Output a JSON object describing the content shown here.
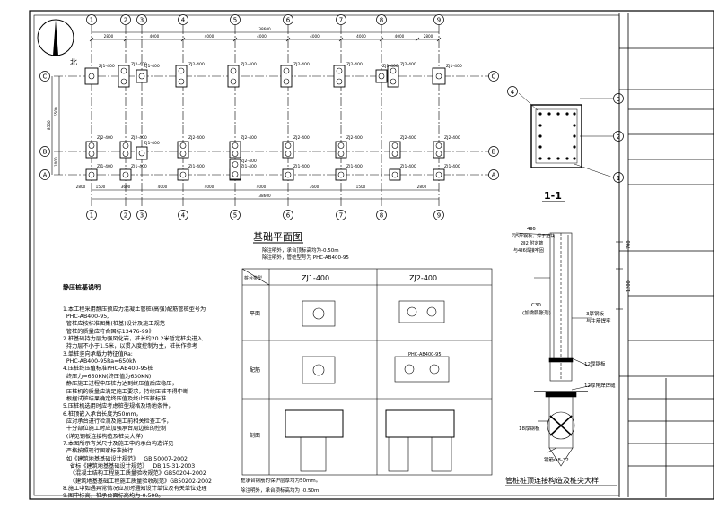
{
  "plan": {
    "title": "基础平面图",
    "note1": "除注明外，承台顶标高均为-0.50m",
    "note2": "除注明外，管桩型号为 PHC-AB400-95",
    "grid_cols": [
      "1",
      "2",
      "3",
      "4",
      "5",
      "6",
      "7",
      "8",
      "9"
    ],
    "grid_rows": [
      "C",
      "B",
      "A"
    ],
    "top_dims": [
      "2800",
      "4000",
      "4000",
      "4000",
      "4000",
      "4000",
      "4000",
      "2800"
    ],
    "total_dim": "38600",
    "bot_dims": [
      "2800",
      "1500",
      "3600",
      "4000",
      "4000",
      "4000",
      "3600",
      "1500",
      "2800"
    ],
    "left_dims": [
      "6500",
      "1000"
    ],
    "left_total": "8500",
    "cap_labels": [
      "ZJ2-400",
      "ZJ1-400"
    ],
    "north": "北"
  },
  "section": {
    "title": "1-1",
    "markers": [
      "4",
      "3",
      "2",
      "1"
    ]
  },
  "table": {
    "header_type": "桩台类型",
    "col1": "ZJ1-400",
    "col2": "ZJ2-400",
    "row_plan": "平面",
    "row_rebar": "配筋",
    "row_section": "剖面",
    "pile_label": "PHC-AB400-95",
    "foot1": "桩承台钢筋的保护层厚均为50mm。",
    "foot2": "除注明外，承台项标高均为 -0.50m"
  },
  "detail": {
    "title": "管桩桩顶连接构造及桩尖大样",
    "labels": [
      "4Ⅱ6",
      "同5厚钢板，焊于垫块",
      "2Ⅱ2 附定筋",
      "与4Ⅱ6焊接牢固",
      "C30",
      "(加微膨胀剂)",
      "3厚钢板",
      "与主筋焊牢",
      "12厚钢板",
      "12厚角焊焊缝",
      "18厚钢板",
      "钢筋Φ8-32"
    ],
    "dims": [
      "700",
      "1200"
    ]
  },
  "notes": {
    "title": "静压桩基说明",
    "lines": [
      "1.本工程采用静压预应力混凝土管桩(高强)配筋管桩型号为",
      "  PHC-AB400-95,",
      "  管桩应按标准图集(桩基)设计及施工规范",
      "  管桩的质量应符合国标13476-99》",
      "2.桩基础持力层为强风化岩，桩长约20.2米暂定桩尖进入",
      "  持力层不小于1.5米，以贯入度控制为主，桩长作参考",
      "3.单桩竖向承载力特征值Ra:",
      "  PHC-AB400-95Ra=650kN",
      "4.压桩终压值标准PHC-AB400-95桩",
      "  终压力=650KN(终压值为630KN)",
      "  静压施工过程中压桩力达到终压值后应稳压，",
      "  压桩机的质量应满足施工要求，持续压桩不得中断",
      "  根据试桩结果确定终压值及终止压桩标准",
      "5.压桩机选用时应考虑桩型规格及场地条件，",
      "6.桩顶嵌入承台长度为50mm，",
      "  应对承台进行检测及施工前相关检查工作，",
      "  十分部位施工时应加强承台周边桩的控制",
      "  (详见钢板连接构造及桩尖大样)",
      "7.本图所示有关尺寸及施工中的承台构造详见",
      "  严格按照现行国家标准执行",
      "  如《建筑地基基础设计规范》   GB 50007-2002",
      "    省标《建筑地基基础设计规范》   DBJ15-31-2003",
      "    《混凝土结构工程施工质量验收规范》GB50204-2002",
      "    《建筑地基基础工程施工质量验收规范》GB50202-2002",
      "8.施工中如遇异常情况应及时通知设计单位及有关单位处理",
      "9.图中标高，桩承台面标高均为-0.500。"
    ]
  }
}
